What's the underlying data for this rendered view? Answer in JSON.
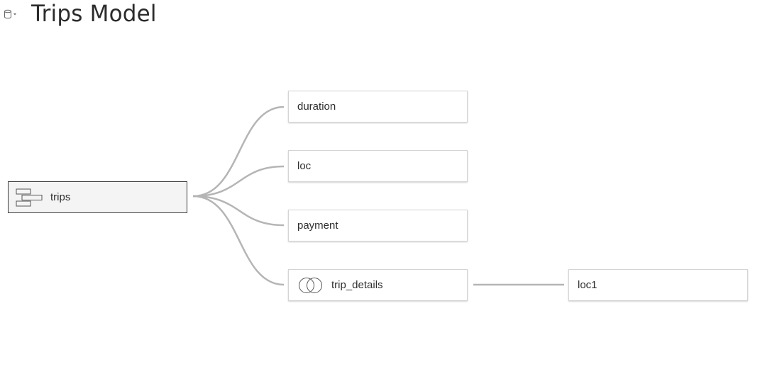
{
  "header": {
    "title": "Trips Model",
    "icon": "datasource-icon"
  },
  "nodes": {
    "trips": {
      "label": "trips",
      "icon": "logical-table-icon"
    },
    "duration": {
      "label": "duration"
    },
    "loc": {
      "label": "loc"
    },
    "payment": {
      "label": "payment"
    },
    "trip_details": {
      "label": "trip_details",
      "icon": "join-icon"
    },
    "loc1": {
      "label": "loc1"
    }
  },
  "colors": {
    "link": "#b5b5b5",
    "root_fill": "#f4f4f4",
    "root_border": "#3a3a3a",
    "node_border": "#d4d4d4"
  }
}
